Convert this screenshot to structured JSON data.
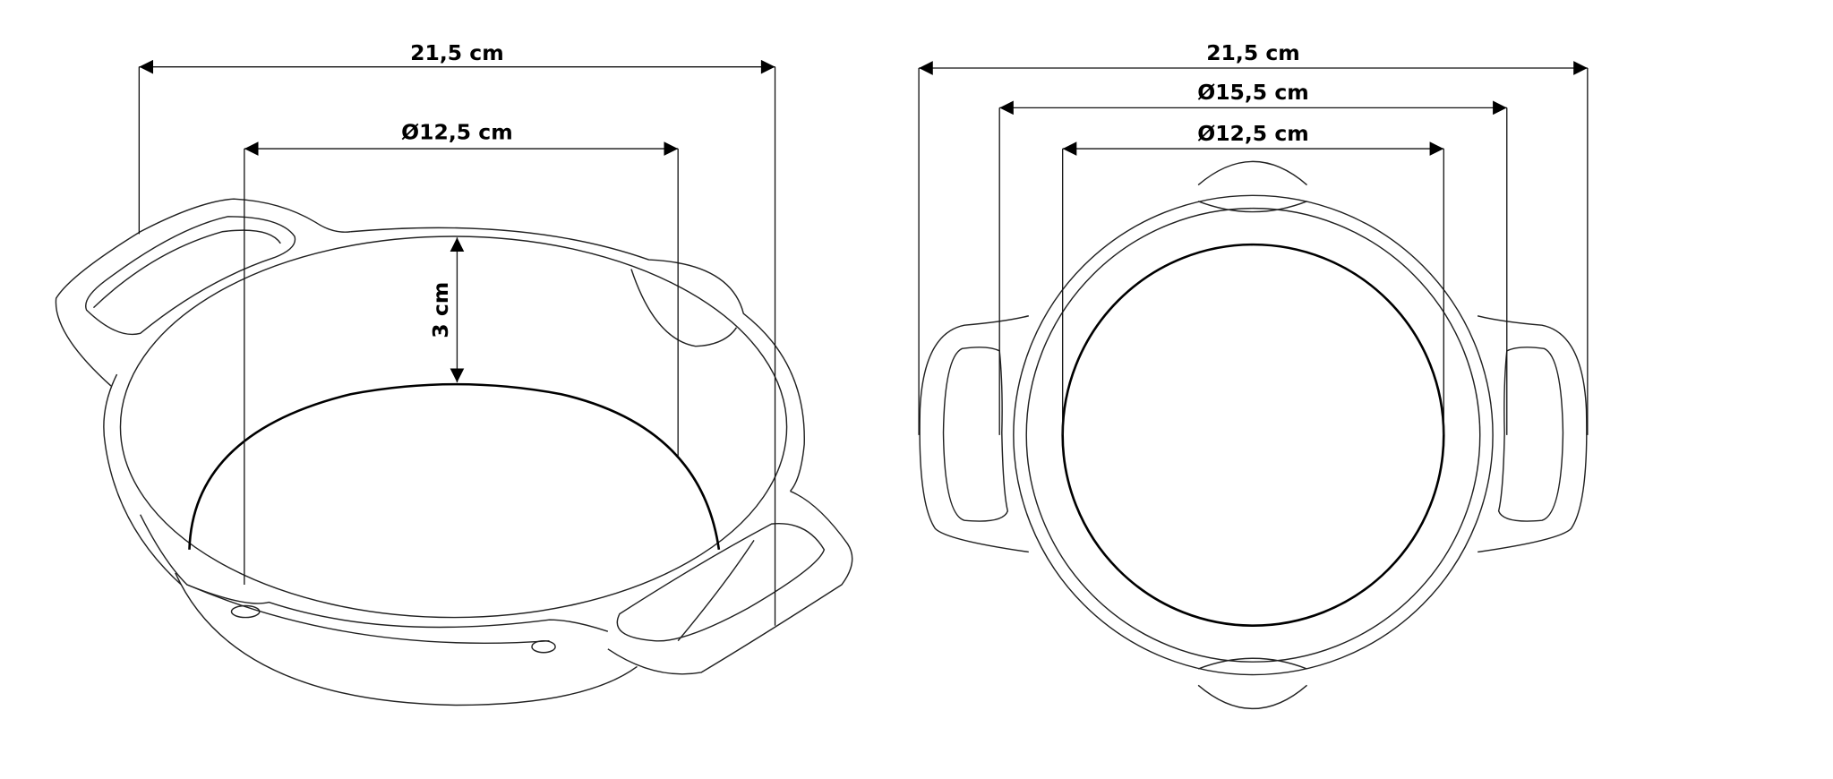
{
  "side_view": {
    "overall_width": "21,5 cm",
    "inner_diameter": "Ø12,5 cm",
    "depth": "3 cm"
  },
  "top_view": {
    "overall_width": "21,5 cm",
    "rim_diameter": "Ø15,5 cm",
    "inner_diameter": "Ø12,5 cm"
  },
  "colors": {
    "line": "#222222",
    "background": "#ffffff"
  }
}
